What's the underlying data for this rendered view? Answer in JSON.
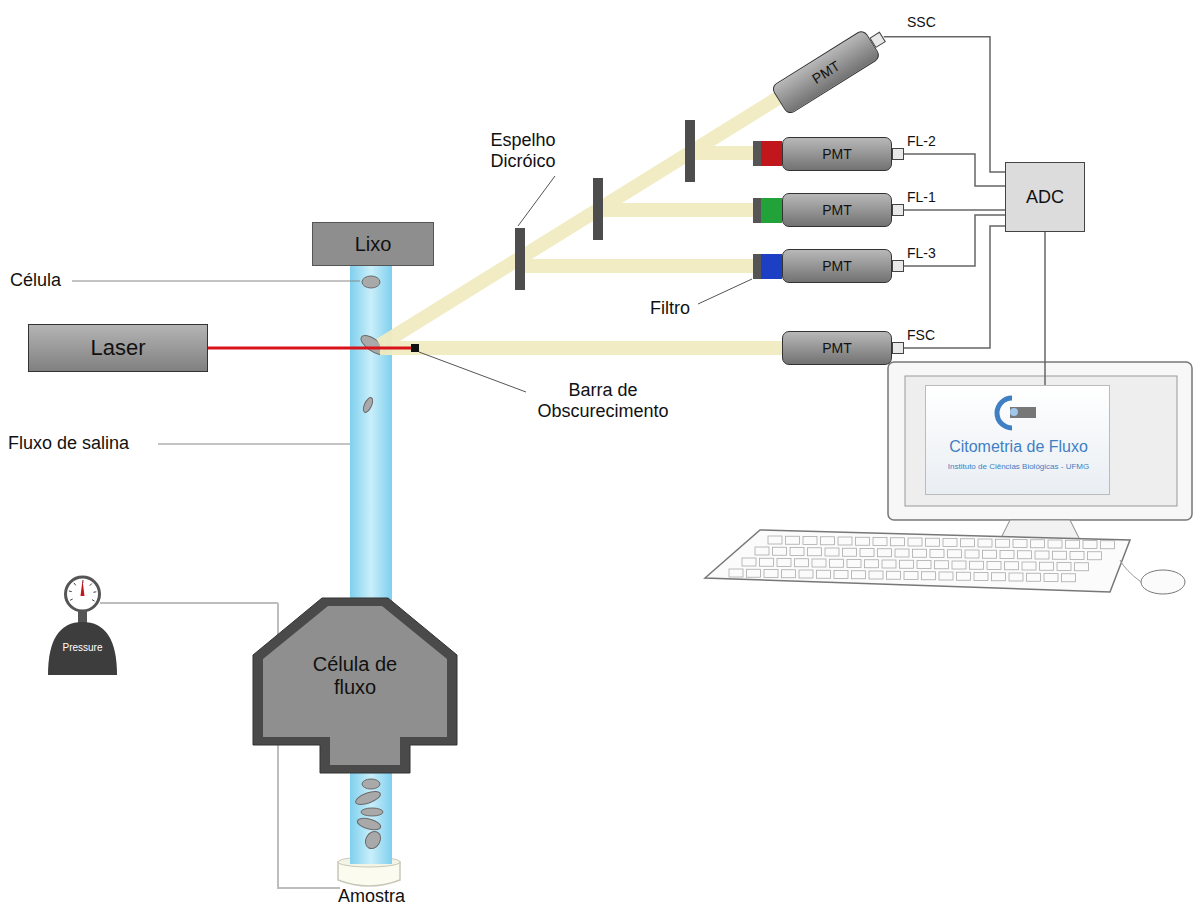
{
  "diagram": {
    "nodes": [
      {
        "text": [
          "Lixo"
        ]
      },
      {
        "text": [
          "Laser"
        ]
      },
      {
        "text": [
          "Célula de fluxo"
        ]
      },
      {
        "text": [
          "Pressure"
        ]
      },
      {
        "text": [
          "PMT"
        ]
      },
      {
        "text": [
          "PMT"
        ]
      },
      {
        "text": [
          "PMT"
        ]
      },
      {
        "text": [
          "PMT"
        ]
      },
      {
        "text": [
          "PMT"
        ]
      },
      {
        "text": [
          "ADC"
        ]
      },
      {
        "text": [
          "Citometria de Fluxo",
          "Instituto de Ciências Biológicas - UFMG"
        ]
      }
    ],
    "edges": [
      {
        "from": 4,
        "to": 9,
        "label": "SSC",
        "arrow": "none"
      },
      {
        "from": 5,
        "to": 9,
        "label": "FL-2",
        "arrow": "none"
      },
      {
        "from": 6,
        "to": 9,
        "label": "FL-1",
        "arrow": "none"
      },
      {
        "from": 7,
        "to": 9,
        "label": "FL-3",
        "arrow": "none"
      },
      {
        "from": 8,
        "to": 9,
        "label": "FSC",
        "arrow": "none"
      },
      {
        "from": 9,
        "to": 10,
        "arrow": "none"
      }
    ],
    "labels": [
      "Célula",
      "Fluxo de salina",
      "Espelho Dicróico",
      "Filtro",
      "Barra de Obscurecimento",
      "Amostra"
    ]
  }
}
